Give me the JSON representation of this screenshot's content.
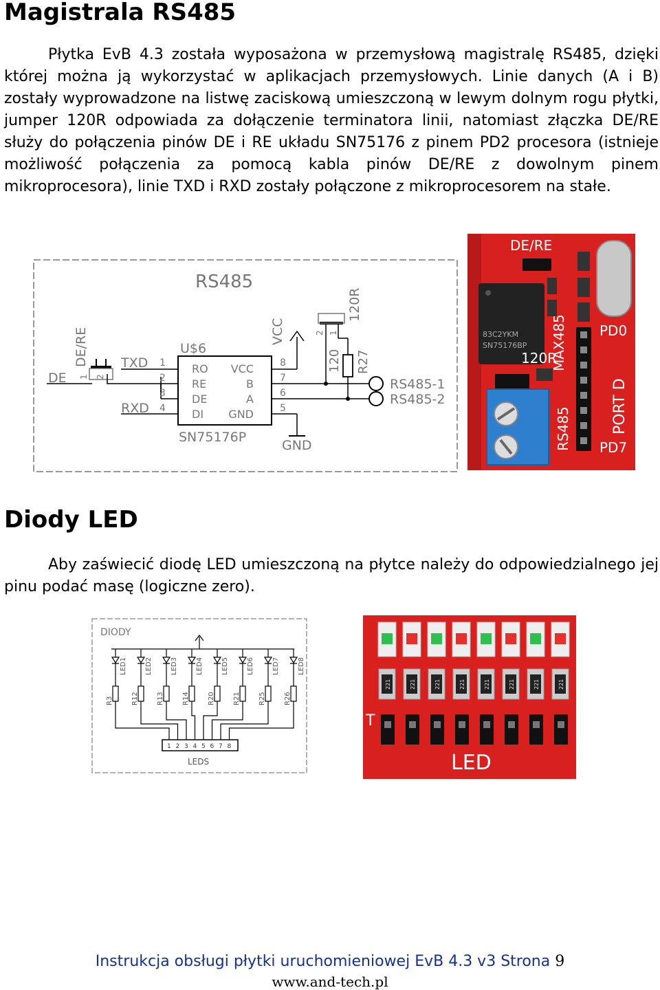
{
  "section1": {
    "title": "Magistrala RS485",
    "paragraph": "Płytka EvB 4.3 została wyposażona w przemysłową magistralę RS485, dzięki której można ją wykorzystać w aplikacjach przemysłowych. Linie danych (A i B) zostały wyprowadzone na listwę zaciskową umieszczoną w lewym dolnym rogu płytki, jumper 120R odpowiada za dołączenie terminatora linii, natomiast złączka DE/RE służy do połączenia pinów DE i RE układu SN75176 z pinem PD2 procesora (istnieje możliwość połączenia za pomocą kabla pinów DE/RE z dowolnym pinem mikroprocesora), linie TXD i RXD zostały połączone z mikroprocesorem na stałe."
  },
  "rs485_schematic": {
    "title": "RS485",
    "part_name": "U$6",
    "part_value": "SN75176P",
    "pins_left": [
      "RO",
      "RE",
      "DE",
      "DI"
    ],
    "pins_right": [
      "VCC",
      "B",
      "A",
      "GND"
    ],
    "pin_numbers_left": [
      "1",
      "2",
      "3",
      "4"
    ],
    "pin_numbers_right": [
      "8",
      "7",
      "6",
      "5"
    ],
    "jumper_label": "DE/RE",
    "jumper_pins": [
      "1",
      "2"
    ],
    "net_de": "DE",
    "net_txd": "TXD",
    "net_rxd": "RXD",
    "vcc": "VCC",
    "gnd": "GND",
    "term_jumper": "120R",
    "term_pins": [
      "2",
      "1"
    ],
    "resistor_value": "120",
    "resistor_name": "R27",
    "out1": "RS485-1",
    "out2": "RS485-2"
  },
  "rs485_photo": {
    "silk_dere": "DE/RE",
    "silk_120r": "120R",
    "silk_max": "MAX485",
    "silk_rs485": "RS485",
    "silk_pd0": "PD0",
    "silk_port": "PORT D",
    "silk_pd7": "PD7",
    "chip_line1": "83C2YKM",
    "chip_line2": "SN75176BP"
  },
  "section2": {
    "title": "Diody LED",
    "paragraph": "Aby zaświecić diodę LED umieszczoną na płytce należy do odpowiedzialnego jej pinu podać masę (logiczne zero)."
  },
  "led_schematic": {
    "title": "DIODY",
    "leds": [
      "LED1",
      "LED2",
      "LED3",
      "LED4",
      "LED5",
      "LED6",
      "LED7",
      "LED8"
    ],
    "resistors": [
      "R3",
      "R12",
      "R13",
      "R14",
      "R20",
      "R21",
      "R25",
      "R26"
    ],
    "pins": [
      "1",
      "2",
      "3",
      "4",
      "5",
      "6",
      "7",
      "8"
    ],
    "connector": "LEDS"
  },
  "led_photo": {
    "silk_led": "LED",
    "res_code": "221",
    "led_colors": [
      "#2fbf4f",
      "#e8302a",
      "#2fbf4f",
      "#e8302a",
      "#2fbf4f",
      "#e8302a",
      "#2fbf4f",
      "#e8302a"
    ]
  },
  "footer": {
    "text": "Instrukcja obsługi płytki uruchomieniowej EvB 4.3 v3  Strona",
    "page": "9",
    "url": "www.and-tech.pl"
  },
  "colors": {
    "pcb_red": "#d8201f",
    "footer_blue": "#17318f",
    "terminal_blue": "#2f7fcf"
  }
}
